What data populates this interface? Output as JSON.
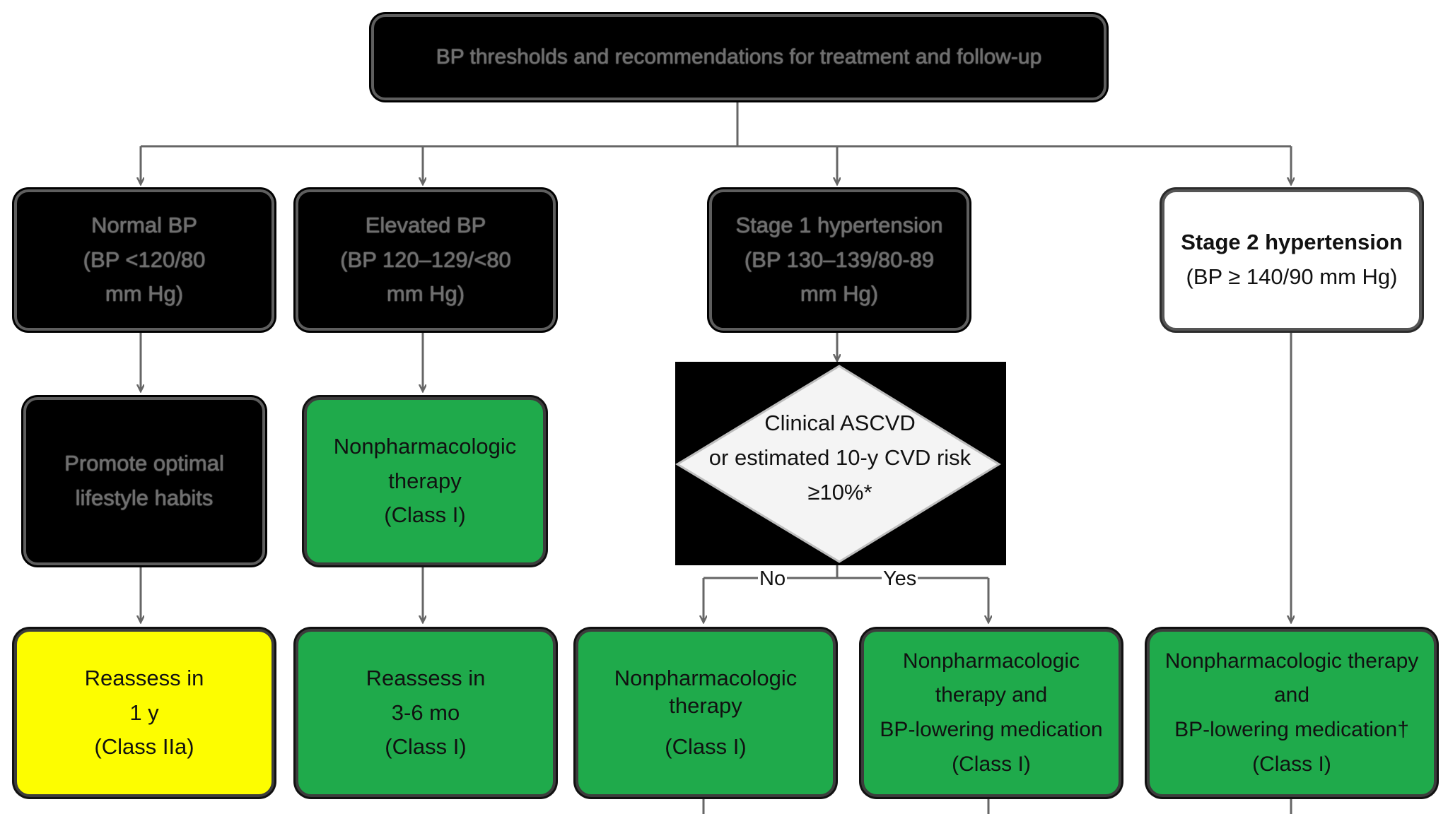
{
  "title": "BP thresholds and recommendations for treatment and follow-up",
  "categories": {
    "normal": {
      "line1": "Normal BP",
      "line2": "(BP <120/80",
      "line3": "mm Hg)"
    },
    "elevated": {
      "line1": "Elevated BP",
      "line2": "(BP 120–129/<80",
      "line3": "mm Hg)"
    },
    "stage1": {
      "line1": "Stage 1 hypertension",
      "line2": "(BP 130–139/80-89",
      "line3": "mm Hg)"
    },
    "stage2": {
      "line1": "Stage 2 hypertension",
      "line2": "(BP ≥ 140/90 mm Hg)"
    }
  },
  "actions": {
    "normal": {
      "line1": "Promote optimal",
      "line2": "lifestyle habits"
    },
    "elevated": {
      "line1": "Nonpharmacologic",
      "line2": "therapy",
      "line3": "(Class I)"
    }
  },
  "decision": {
    "line1": "Clinical ASCVD",
    "line2": "or estimated 10-y CVD risk",
    "line3": "≥10%*",
    "no_label": "No",
    "yes_label": "Yes"
  },
  "outcomes": {
    "normal": {
      "line1": "Reassess in",
      "line2": "1 y",
      "line3": "(Class IIa)"
    },
    "elevated": {
      "line1": "Reassess in",
      "line2": "3-6 mo",
      "line3": "(Class I)"
    },
    "stage1_no": {
      "line1": "Nonpharmacologic",
      "line2": "therapy",
      "line3": "(Class I)"
    },
    "stage1_yes": {
      "line1": "Nonpharmacologic",
      "line2": "therapy and",
      "line3": "BP-lowering medication",
      "line4": "(Class I)"
    },
    "stage2": {
      "line1": "Nonpharmacologic therapy",
      "line2": "and",
      "line3": "BP-lowering medication†",
      "line4": "(Class I)"
    }
  },
  "colors": {
    "green": "#1faa4b",
    "yellow": "#fdfd00",
    "dark": "#000000",
    "connector": "#666666"
  }
}
